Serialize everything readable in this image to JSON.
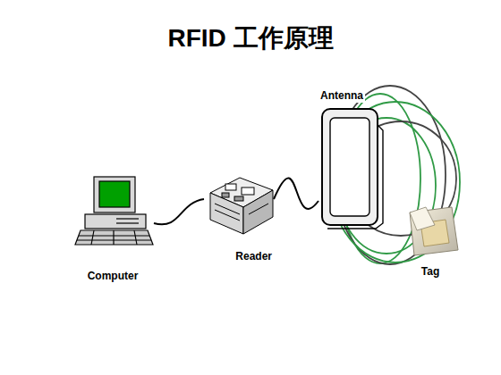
{
  "diagram": {
    "title": "RFID 工作原理",
    "nodes": [
      {
        "text": [
          "Computer"
        ]
      },
      {
        "text": [
          "Reader"
        ]
      },
      {
        "text": [
          "Antenna"
        ]
      },
      {
        "text": [
          "Tag"
        ]
      }
    ],
    "edges": [
      {
        "from": 0,
        "to": 1,
        "arrow": "none"
      },
      {
        "from": 1,
        "to": 2,
        "arrow": "none"
      }
    ]
  }
}
